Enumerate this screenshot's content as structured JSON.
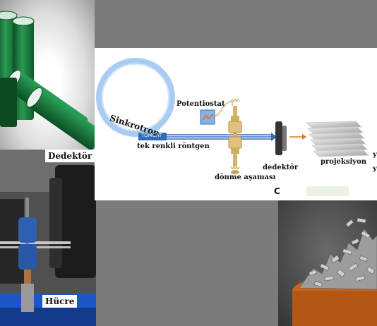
{
  "labels": {
    "sinkrotron": "Sinkrotron",
    "tomcat": "TOMCAT",
    "tek_renkli": "tek renkli röntgen",
    "potentiostat": "Potentiostat",
    "donme": "dönme aşaması",
    "dedektor_small": "dedektör",
    "projeksiyon": "projeksiyon",
    "panel_c": "C",
    "dedektor_photo": "Dedektör",
    "hucre": "Hücre",
    "cut_right_1": "y",
    "cut_right_2": "y"
  },
  "colors": {
    "battery_green": "#1f7a3e",
    "ring_blue": "#9cc3ea",
    "beam_blue": "#2f6db8",
    "arrow_orange": "#d37a1e",
    "pot_orange": "#d76a1e"
  }
}
